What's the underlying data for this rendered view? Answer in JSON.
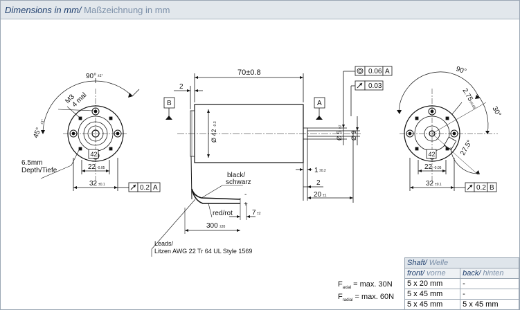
{
  "header": {
    "title_en": "Dimensions in mm/",
    "title_de": " Maßzeichnung in mm"
  },
  "left_view": {
    "angle_top": "90°",
    "angle_top_tol": "±1°",
    "angle_side": "45°",
    "angle_side_tol": "±1°",
    "thread": "M3",
    "thread_count": "4 mal",
    "depth_note_1": "6.5mm",
    "depth_note_2": "Depth/Tiefe",
    "pcd": "42",
    "dim_22": "22",
    "dim_22_tol": "-0.05",
    "dim_32": "32",
    "dim_32_tol": "±0.1",
    "runout_value": "0.2",
    "runout_ref": "A"
  },
  "side_view": {
    "length": "70±0.8",
    "dim_2_top": "2",
    "datum_b": "B",
    "datum_a": "A",
    "body_dia": "Ø 42",
    "body_dia_tol": "-0.3",
    "shaft_dia": "Ø 5",
    "shaft_dia_tol": "h7",
    "boss_dia": "Ø 9",
    "dim_1": "1",
    "dim_1_tol": "±0.2",
    "dim_2_bottom": "2",
    "dim_20": "20",
    "dim_20_tol": "±1",
    "lead_black": "black/",
    "lead_schwarz": "schwarz",
    "lead_red": "red/rot",
    "minus": "-",
    "plus": "+",
    "dim_7": "7",
    "dim_7_tol": "±2",
    "dim_300": "300",
    "dim_300_tol": "±20",
    "leads_1": "Leads/",
    "leads_2": "Litzen AWG 22 Tr 64   UL Style 1569",
    "runout_top": "0.06",
    "runout_top_ref": "A",
    "runout_second": "0.03"
  },
  "right_view": {
    "angle_top": "90°",
    "angle_30": "30°",
    "angle_275": "27.5°",
    "dim_275": "2.75",
    "dim_275_tol": "±0.05",
    "pcd": "42",
    "dim_22": "22",
    "dim_22_tol": "-0.05",
    "dim_32": "32",
    "dim_32_tol": "±0.1",
    "runout_value": "0.2",
    "runout_ref": "B"
  },
  "forces": {
    "axial_label": "F",
    "axial_sub": "axial",
    "axial_value": " = max. 30N",
    "radial_label": "F",
    "radial_sub": "radial",
    "radial_value": " = max. 60N"
  },
  "shaft_table": {
    "title_en": "Shaft/",
    "title_de": " Welle",
    "col_front_en": "front/",
    "col_front_de": " vorne",
    "col_back_en": "back/",
    "col_back_de": " hinten",
    "rows": [
      {
        "front": "5 x 20 mm",
        "back": "-"
      },
      {
        "front": "5 x 45 mm",
        "back": "-"
      },
      {
        "front": "5 x 45 mm",
        "back": "5 x 45 mm"
      }
    ]
  }
}
